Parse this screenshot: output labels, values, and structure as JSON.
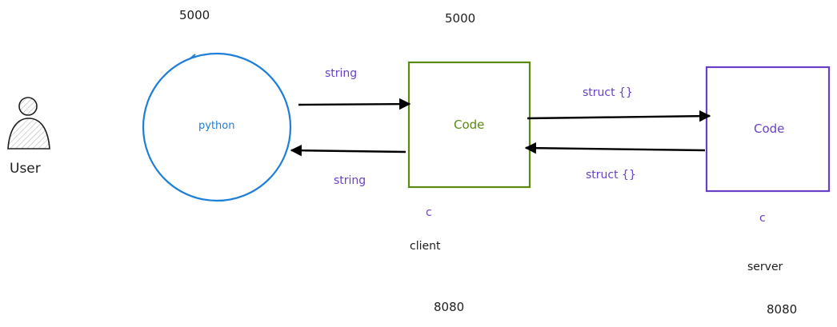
{
  "labels": {
    "user": "User",
    "port_python": "5000",
    "port_client_top": "5000",
    "python": "python",
    "client_code": "Code",
    "server_code": "Code",
    "string_top": "string",
    "string_bottom": "string",
    "struct_top": "struct {}",
    "struct_bottom": "struct {}",
    "client_lang": "c",
    "client_name": "client",
    "client_port_bottom": "8080",
    "server_lang": "c",
    "server_name": "server",
    "server_port_bottom": "8080"
  },
  "colors": {
    "stroke": "#1e1e1e",
    "python": "#1e7ed8",
    "client": "#5a8a12",
    "server": "#6a3fc8",
    "arrow": "#000000"
  }
}
